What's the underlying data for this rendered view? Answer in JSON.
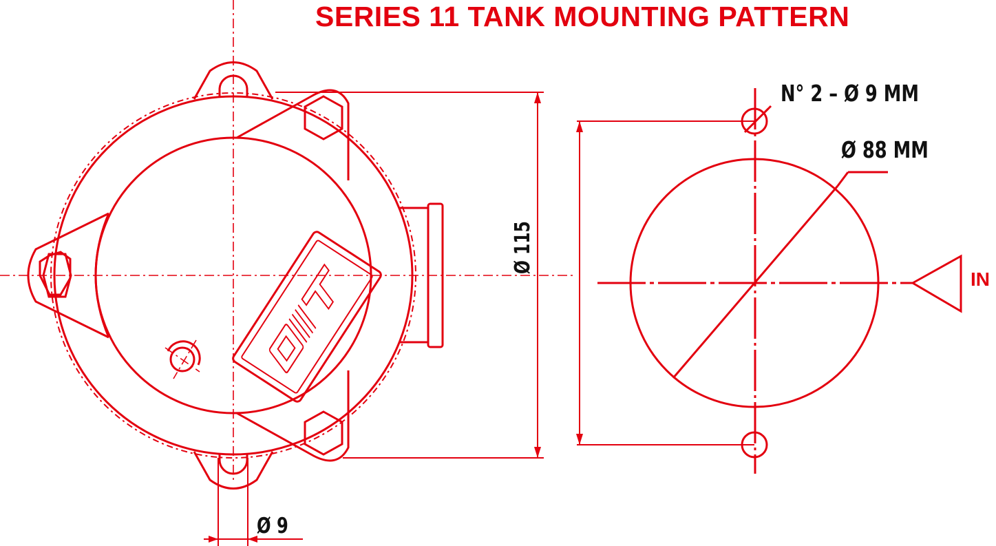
{
  "title": "SERIES 11 TANK MOUNTING PATTERN",
  "colors": {
    "accent": "#e3000f",
    "label": "#111111",
    "background": "#ffffff"
  },
  "left_view": {
    "name": "pump-front-view",
    "logo": "OMT",
    "dimension_overall": "Ø 115",
    "dimension_hole": "Ø 9"
  },
  "right_view": {
    "name": "mounting-pattern",
    "holes_label": "N° 2 – Ø 9 MM",
    "bolt_circle_label": "Ø 88 MM",
    "inlet_label": "IN"
  }
}
